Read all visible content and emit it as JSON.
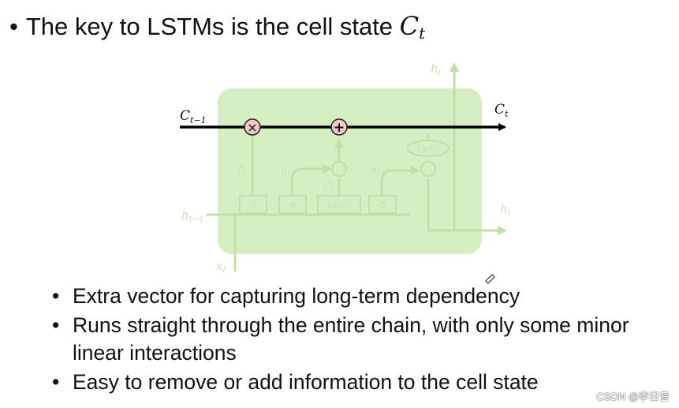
{
  "headline": {
    "bullet": "•",
    "text": "The key to LSTMs is the cell state ",
    "symbol": "C",
    "subscript": "t"
  },
  "diagram": {
    "cell_input_label": "C",
    "cell_input_sub": "t−1",
    "cell_output_label": "C",
    "cell_output_sub": "t",
    "multiply_symbol": "×",
    "add_symbol": "+",
    "faded": {
      "h_top": "h",
      "h_top_sub": "t",
      "h_prev": "h",
      "h_prev_sub": "t−1",
      "h_out": "h",
      "h_out_sub": "t",
      "x_in": "x",
      "x_in_sub": "t",
      "f_label": "f",
      "f_sub": "t",
      "i_label": "i",
      "i_sub": "t",
      "c_tilde": "C̃",
      "c_tilde_sub": "t",
      "o_label": "o",
      "o_sub": "t",
      "sigma1": "σ",
      "sigma2": "σ",
      "tanh_gate": "tanh",
      "sigma3": "σ",
      "tanh_top": "tanh"
    }
  },
  "bullets": [
    "Extra vector for capturing long-term dependency",
    "Runs straight through the entire chain, with only some minor linear interactions",
    "Easy to remove or add information to the cell state"
  ],
  "bullet_glyph": "•",
  "watermark": "CSDN @李日音",
  "colors": {
    "cell_fill": "#d6efc2",
    "faded_line": "#bfe0a6",
    "cell_state_line": "#000000",
    "pointwise_fill": "#f4c7c9"
  }
}
